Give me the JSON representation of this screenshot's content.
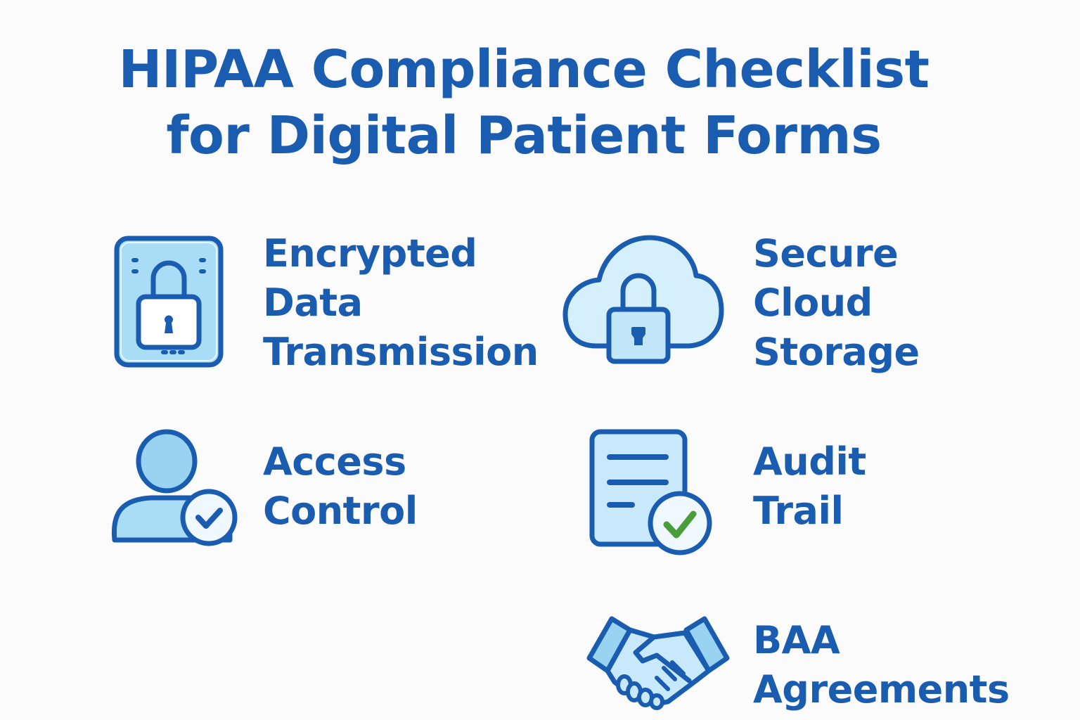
{
  "header": {
    "title_line1": "HIPAA Compliance Checklist",
    "title_line2": "for Digital Patient Forms"
  },
  "items": [
    {
      "icon": "encrypted-device-lock-icon",
      "lines": [
        "Encrypted",
        "Data",
        "Transmission"
      ]
    },
    {
      "icon": "cloud-lock-icon",
      "lines": [
        "Secure",
        "Cloud",
        "Storage"
      ]
    },
    {
      "icon": "user-check-icon",
      "lines": [
        "Access",
        "Control"
      ]
    },
    {
      "icon": "document-check-icon",
      "lines": [
        "Audit",
        "Trail"
      ]
    },
    {
      "icon": "handshake-icon",
      "lines": [
        "BAA",
        "Agreements"
      ]
    }
  ],
  "colors": {
    "primary": "#1a5cb0",
    "icon_fill": "#a9dcf5",
    "icon_fill_light": "#d6effc",
    "check_green": "#4a9e3a",
    "background": "#fbfbfb"
  }
}
